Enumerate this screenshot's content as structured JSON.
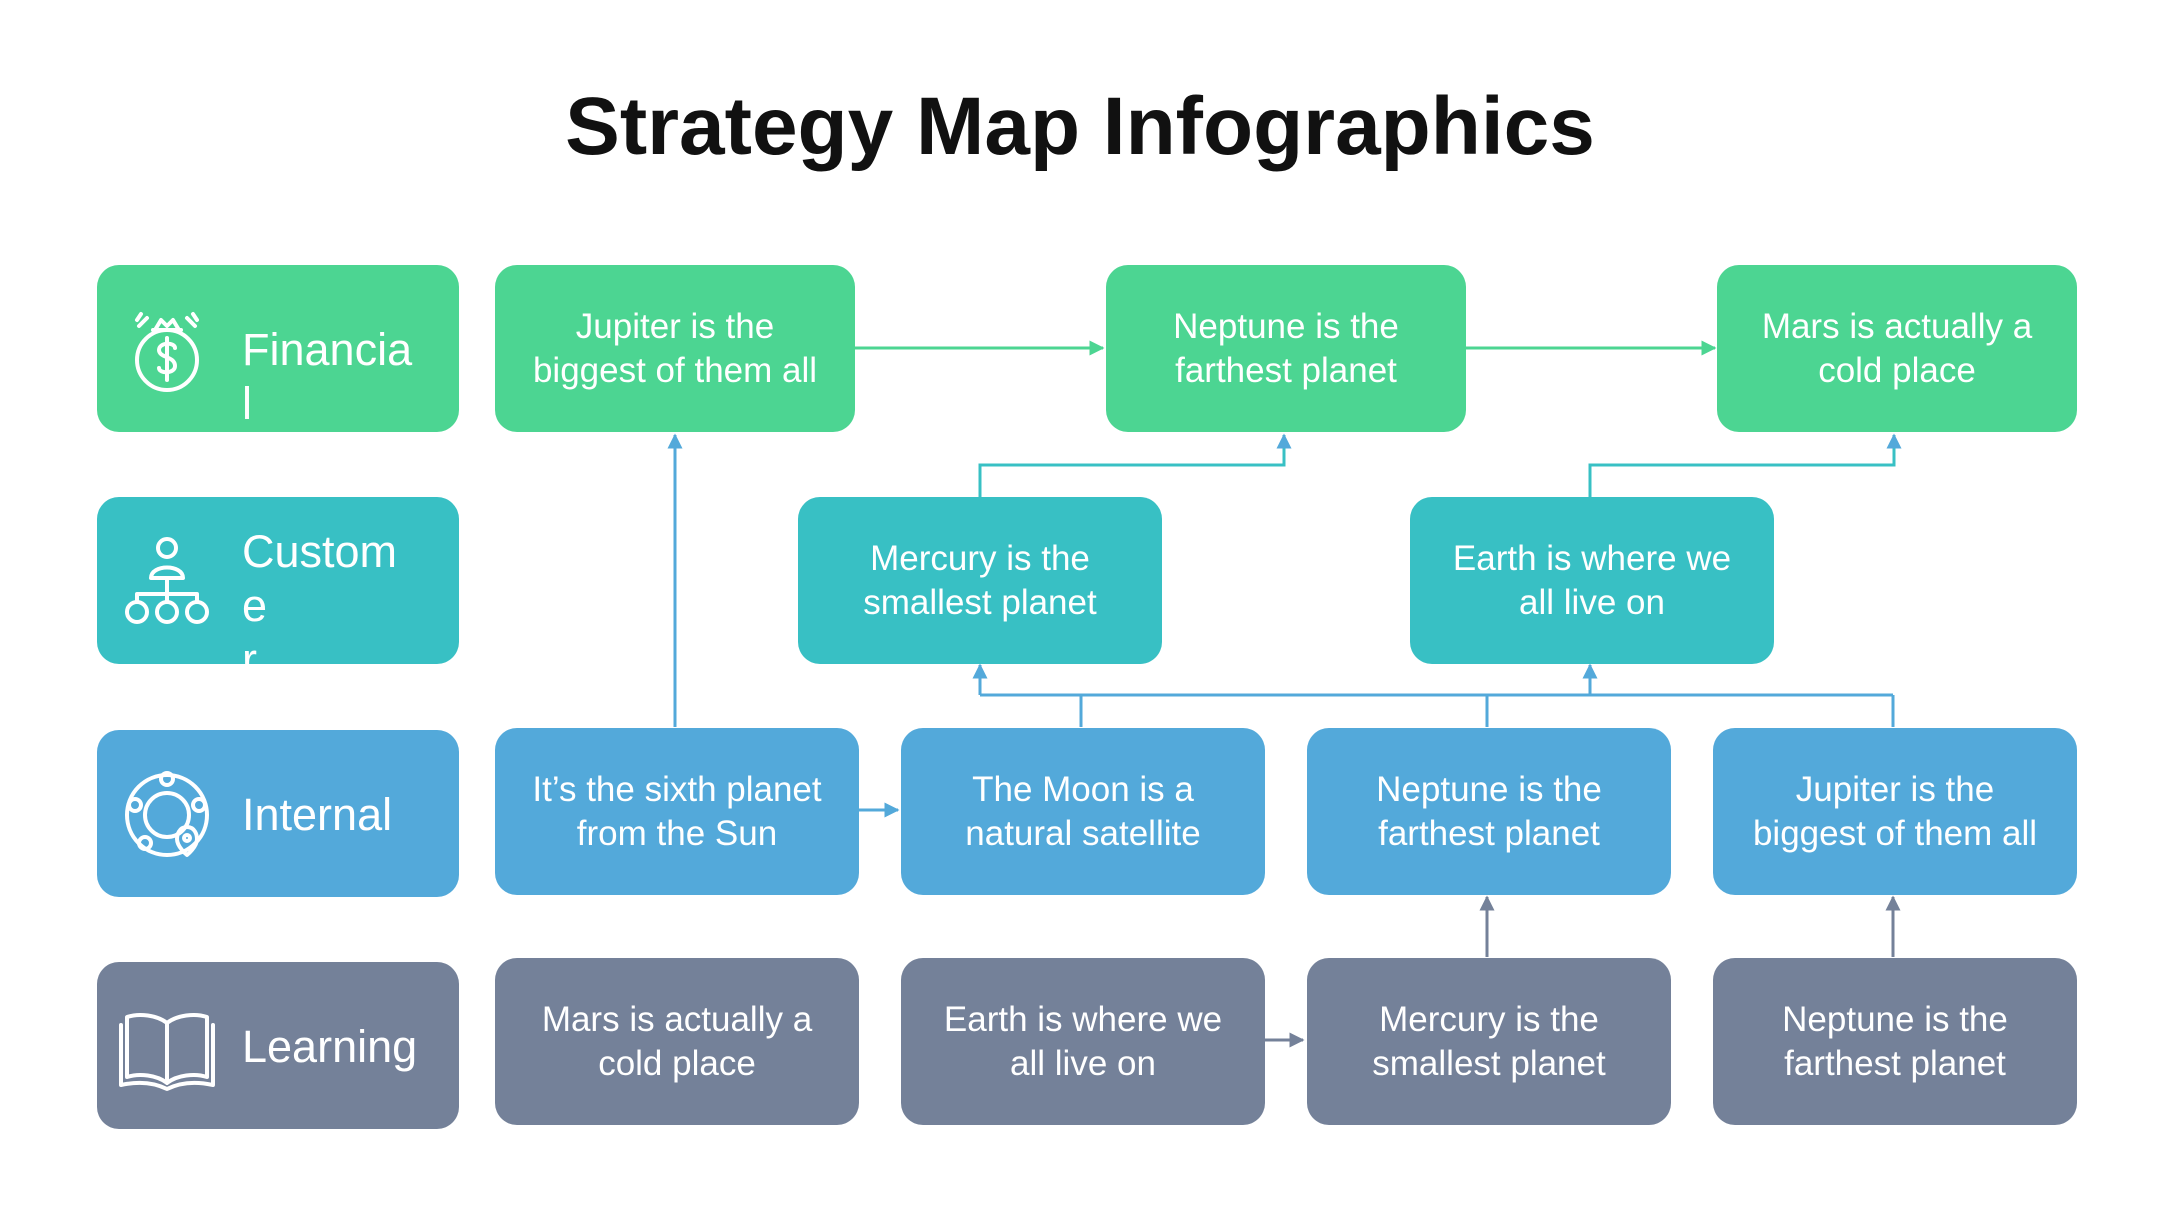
{
  "title": "Strategy Map Infographics",
  "colors": {
    "financial": "#4cd592",
    "customer": "#38c0c4",
    "internal": "#53a9da",
    "learning": "#748199"
  },
  "rows": [
    {
      "label": "Financial",
      "icon": "money-bag-icon"
    },
    {
      "label": "Custome\nr",
      "icon": "hierarchy-icon"
    },
    {
      "label": "Internal",
      "icon": "network-globe-icon"
    },
    {
      "label": "Learning",
      "icon": "open-book-icon"
    }
  ],
  "financial": [
    "Jupiter is the\nbiggest of them all",
    "Neptune is the\nfarthest planet",
    "Mars is actually a\ncold place"
  ],
  "customer": [
    "Mercury is the\nsmallest planet",
    "Earth is where we\nall live on"
  ],
  "internal": [
    "It’s the sixth planet\nfrom the Sun",
    "The Moon is a\nnatural satellite",
    "Neptune is the\nfarthest planet",
    "Jupiter is the\nbiggest of them all"
  ],
  "learning": [
    "Mars is actually a\ncold place",
    "Earth is where we\nall live on",
    "Mercury is the\nsmallest planet",
    "Neptune is the\nfarthest planet"
  ]
}
